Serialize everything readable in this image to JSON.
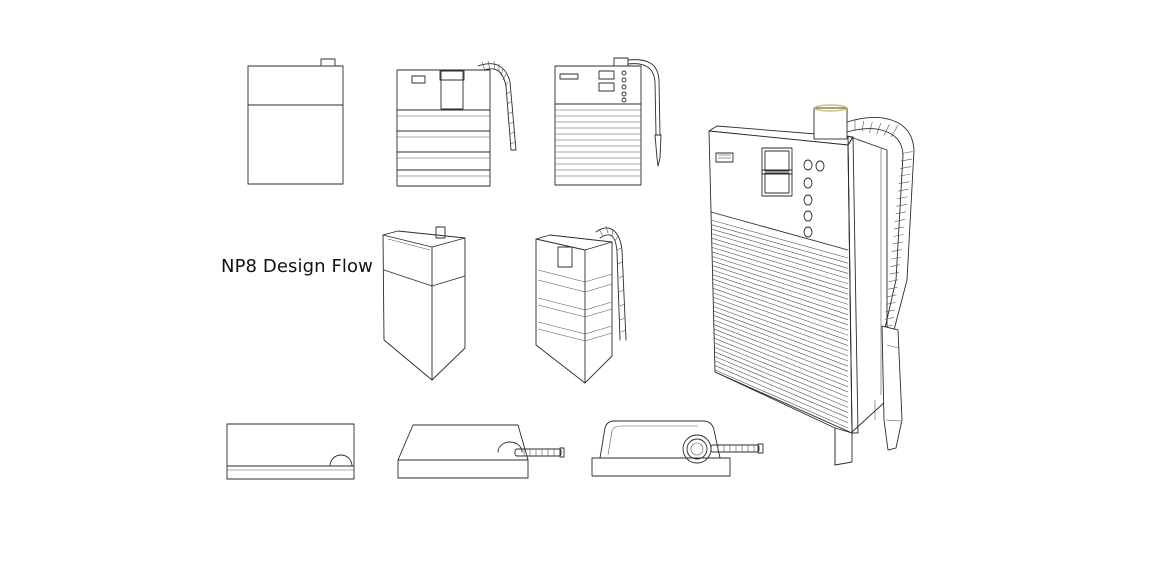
{
  "title": "NP8 Design Flow",
  "accent_color": "#c9c96a",
  "line_color": "#2b2b2b",
  "views": [
    {
      "id": "front-basic",
      "icon": "device-front-outline-icon"
    },
    {
      "id": "front-hose",
      "icon": "device-front-with-hose-icon"
    },
    {
      "id": "front-detailed",
      "icon": "device-front-detailed-icon"
    },
    {
      "id": "iso-basic",
      "icon": "device-isometric-outline-icon"
    },
    {
      "id": "iso-hose",
      "icon": "device-isometric-with-hose-icon"
    },
    {
      "id": "top-basic",
      "icon": "device-top-outline-icon"
    },
    {
      "id": "top-hose",
      "icon": "device-top-with-hose-icon"
    },
    {
      "id": "top-detailed",
      "icon": "device-top-detailed-icon"
    },
    {
      "id": "final-render",
      "icon": "device-final-render-icon"
    }
  ]
}
